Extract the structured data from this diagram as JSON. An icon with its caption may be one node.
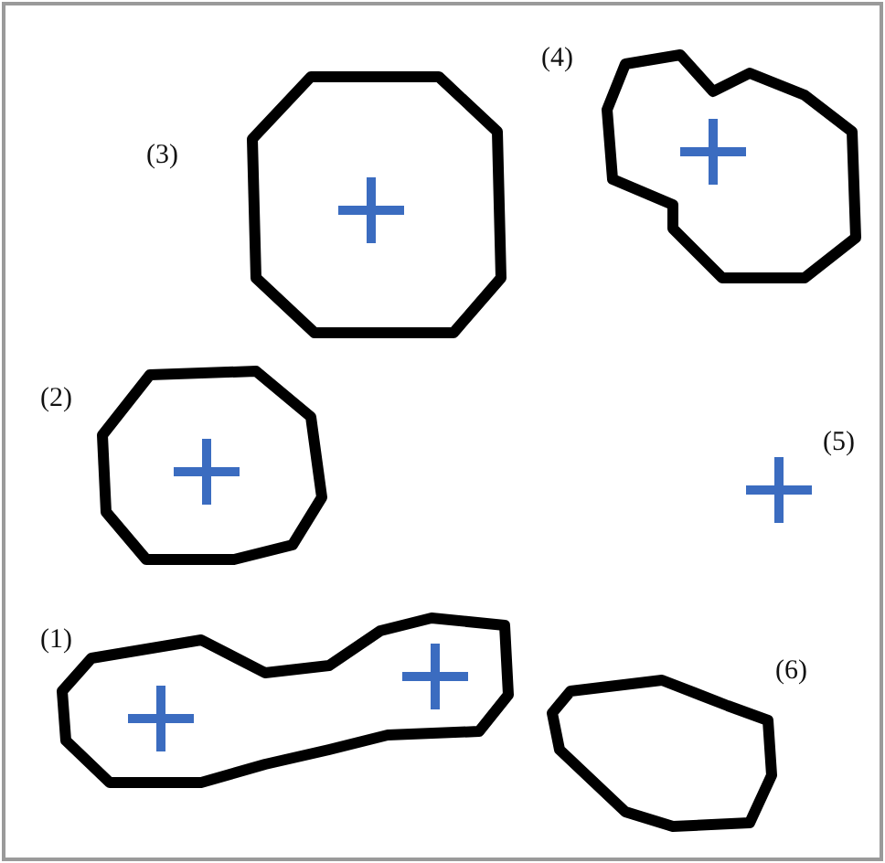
{
  "diagram": {
    "labels": [
      "(4)",
      "(3)",
      "(2)",
      "(5)",
      "(1)",
      "(6)"
    ]
  }
}
